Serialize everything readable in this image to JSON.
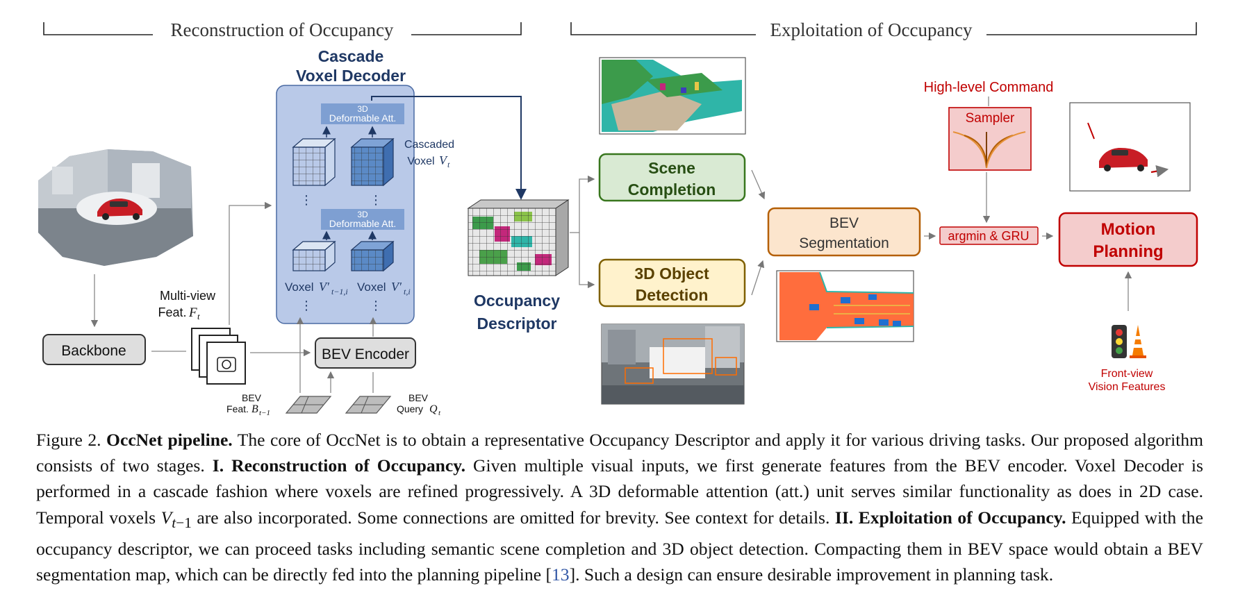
{
  "sections": {
    "reconstruction": "Reconstruction of Occupancy",
    "exploitation": "Exploitation of Occupancy"
  },
  "cascade": {
    "title_line1": "Cascade",
    "title_line2": "Voxel Decoder"
  },
  "deform_att": {
    "line1": "3D",
    "line2": "Deformable Att."
  },
  "cascaded_voxel": {
    "line1": "Cascaded",
    "line2": "Voxel"
  },
  "voxel_labels": {
    "left": "Voxel",
    "right": "Voxel"
  },
  "multiview": {
    "line1": "Multi-view",
    "line2": "Feat."
  },
  "backbone": "Backbone",
  "bev_encoder": "BEV Encoder",
  "bev_feat": {
    "line1": "BEV",
    "line2": "Feat."
  },
  "bev_query": {
    "line1": "BEV",
    "line2": "Query"
  },
  "occupancy_descriptor": {
    "line1": "Occupancy",
    "line2": "Descriptor"
  },
  "scene_completion": {
    "line1": "Scene",
    "line2": "Completion"
  },
  "object_detection": {
    "line1": "3D Object",
    "line2": "Detection"
  },
  "bev_segmentation": {
    "line1": "BEV",
    "line2": "Segmentation"
  },
  "high_level_command": "High-level Command",
  "sampler": "Sampler",
  "argmin_gru": "argmin & GRU",
  "motion_planning": {
    "line1": "Motion",
    "line2": "Planning"
  },
  "front_view": {
    "line1": "Front-view",
    "line2": "Vision Features"
  },
  "caption": {
    "figure": "Figure 2.",
    "title": "OccNet pipeline.",
    "s1": "The core of OccNet is to obtain a representative Occupancy Descriptor and apply it for various driving tasks. Our proposed algorithm consists of two stages.",
    "h1": "I. Reconstruction of Occupancy.",
    "s2": "Given multiple visual inputs, we first generate features from the BEV encoder. Voxel Decoder is performed in a cascade fashion where voxels are refined progressively. A 3D deformable attention (att.) unit serves similar functionality as does in 2D case. Temporal voxels",
    "s3": "are also incorporated. Some connections are omitted for brevity. See context for details.",
    "h2": "II. Exploitation of Occupancy.",
    "s4": "Equipped with the occupancy descriptor, we can proceed tasks including semantic scene completion and 3D object detection. Compacting them in BEV space would obtain a BEV segmentation map, which can be directly fed into the planning pipeline [",
    "ref": "13",
    "s5": "]. Such a design can ensure desirable improvement in planning task."
  },
  "colors": {
    "navy": "#1f3864",
    "decoder_bg": "#b9c9e8",
    "voxel_blue": "#5b8ac6",
    "scene_fill": "#d9ead3",
    "scene_border": "#38761d",
    "det_fill": "#fff2cc",
    "det_border": "#7f6000",
    "bev_fill": "#fce5cd",
    "bev_border": "#b45f06",
    "plan_fill": "#f4cccc",
    "plan_border": "#c00000"
  }
}
